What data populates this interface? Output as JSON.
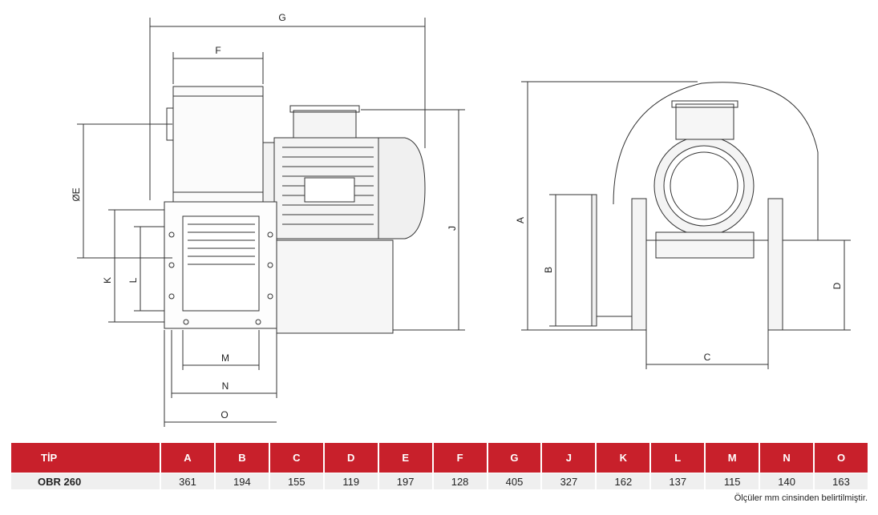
{
  "labels": {
    "G": "G",
    "F": "F",
    "E": "ØE",
    "J": "J",
    "K": "K",
    "L": "L",
    "M": "M",
    "N": "N",
    "O": "O",
    "A": "A",
    "B": "B",
    "C": "C",
    "D": "D"
  },
  "table": {
    "headers": [
      "TİP",
      "A",
      "B",
      "C",
      "D",
      "E",
      "F",
      "G",
      "J",
      "K",
      "L",
      "M",
      "N",
      "O"
    ],
    "rows": [
      [
        "OBR 260",
        "361",
        "194",
        "155",
        "119",
        "197",
        "128",
        "405",
        "327",
        "162",
        "137",
        "115",
        "140",
        "163"
      ]
    ]
  },
  "note": "Ölçüler mm cinsinden belirtilmiştir.",
  "colors": {
    "header": "#c8202b",
    "row": "#efefef",
    "line": "#333333"
  }
}
